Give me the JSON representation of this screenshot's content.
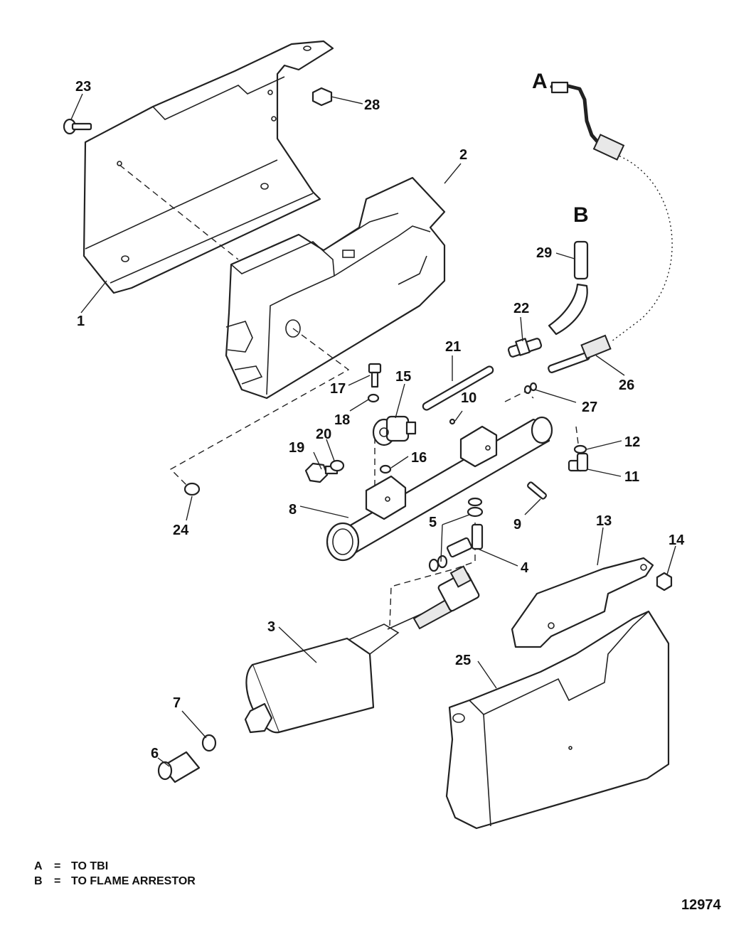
{
  "diagram": {
    "letters": {
      "a": "A",
      "b": "B"
    },
    "callouts": {
      "c1": "1",
      "c2": "2",
      "c3": "3",
      "c4": "4",
      "c5": "5",
      "c6": "6",
      "c7": "7",
      "c8": "8",
      "c9": "9",
      "c10": "10",
      "c11": "11",
      "c12": "12",
      "c13": "13",
      "c14": "14",
      "c15": "15",
      "c16": "16",
      "c17": "17",
      "c18": "18",
      "c19": "19",
      "c20": "20",
      "c21": "21",
      "c22": "22",
      "c23": "23",
      "c24": "24",
      "c25": "25",
      "c26": "26",
      "c27": "27",
      "c28": "28",
      "c29": "29"
    }
  },
  "legend": [
    {
      "key": "A",
      "eq": "=",
      "text": "TO TBI"
    },
    {
      "key": "B",
      "eq": "=",
      "text": "TO FLAME ARRESTOR"
    }
  ],
  "figure_number": "12974"
}
